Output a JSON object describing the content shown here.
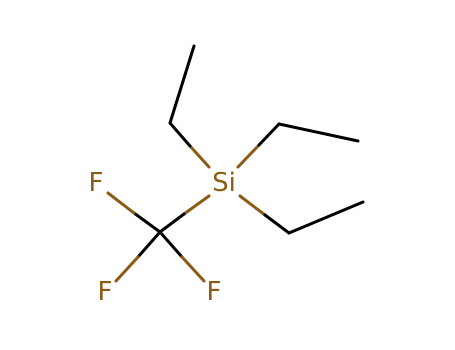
{
  "molecule": {
    "atoms": {
      "si": {
        "symbol": "Si"
      },
      "f1": {
        "symbol": "F"
      },
      "f2": {
        "symbol": "F"
      },
      "f3": {
        "symbol": "F"
      }
    }
  },
  "colors": {
    "bond": "#000000",
    "silicon": "#8B5A14",
    "fluorine": "#8B5A14",
    "background": "#ffffff"
  }
}
